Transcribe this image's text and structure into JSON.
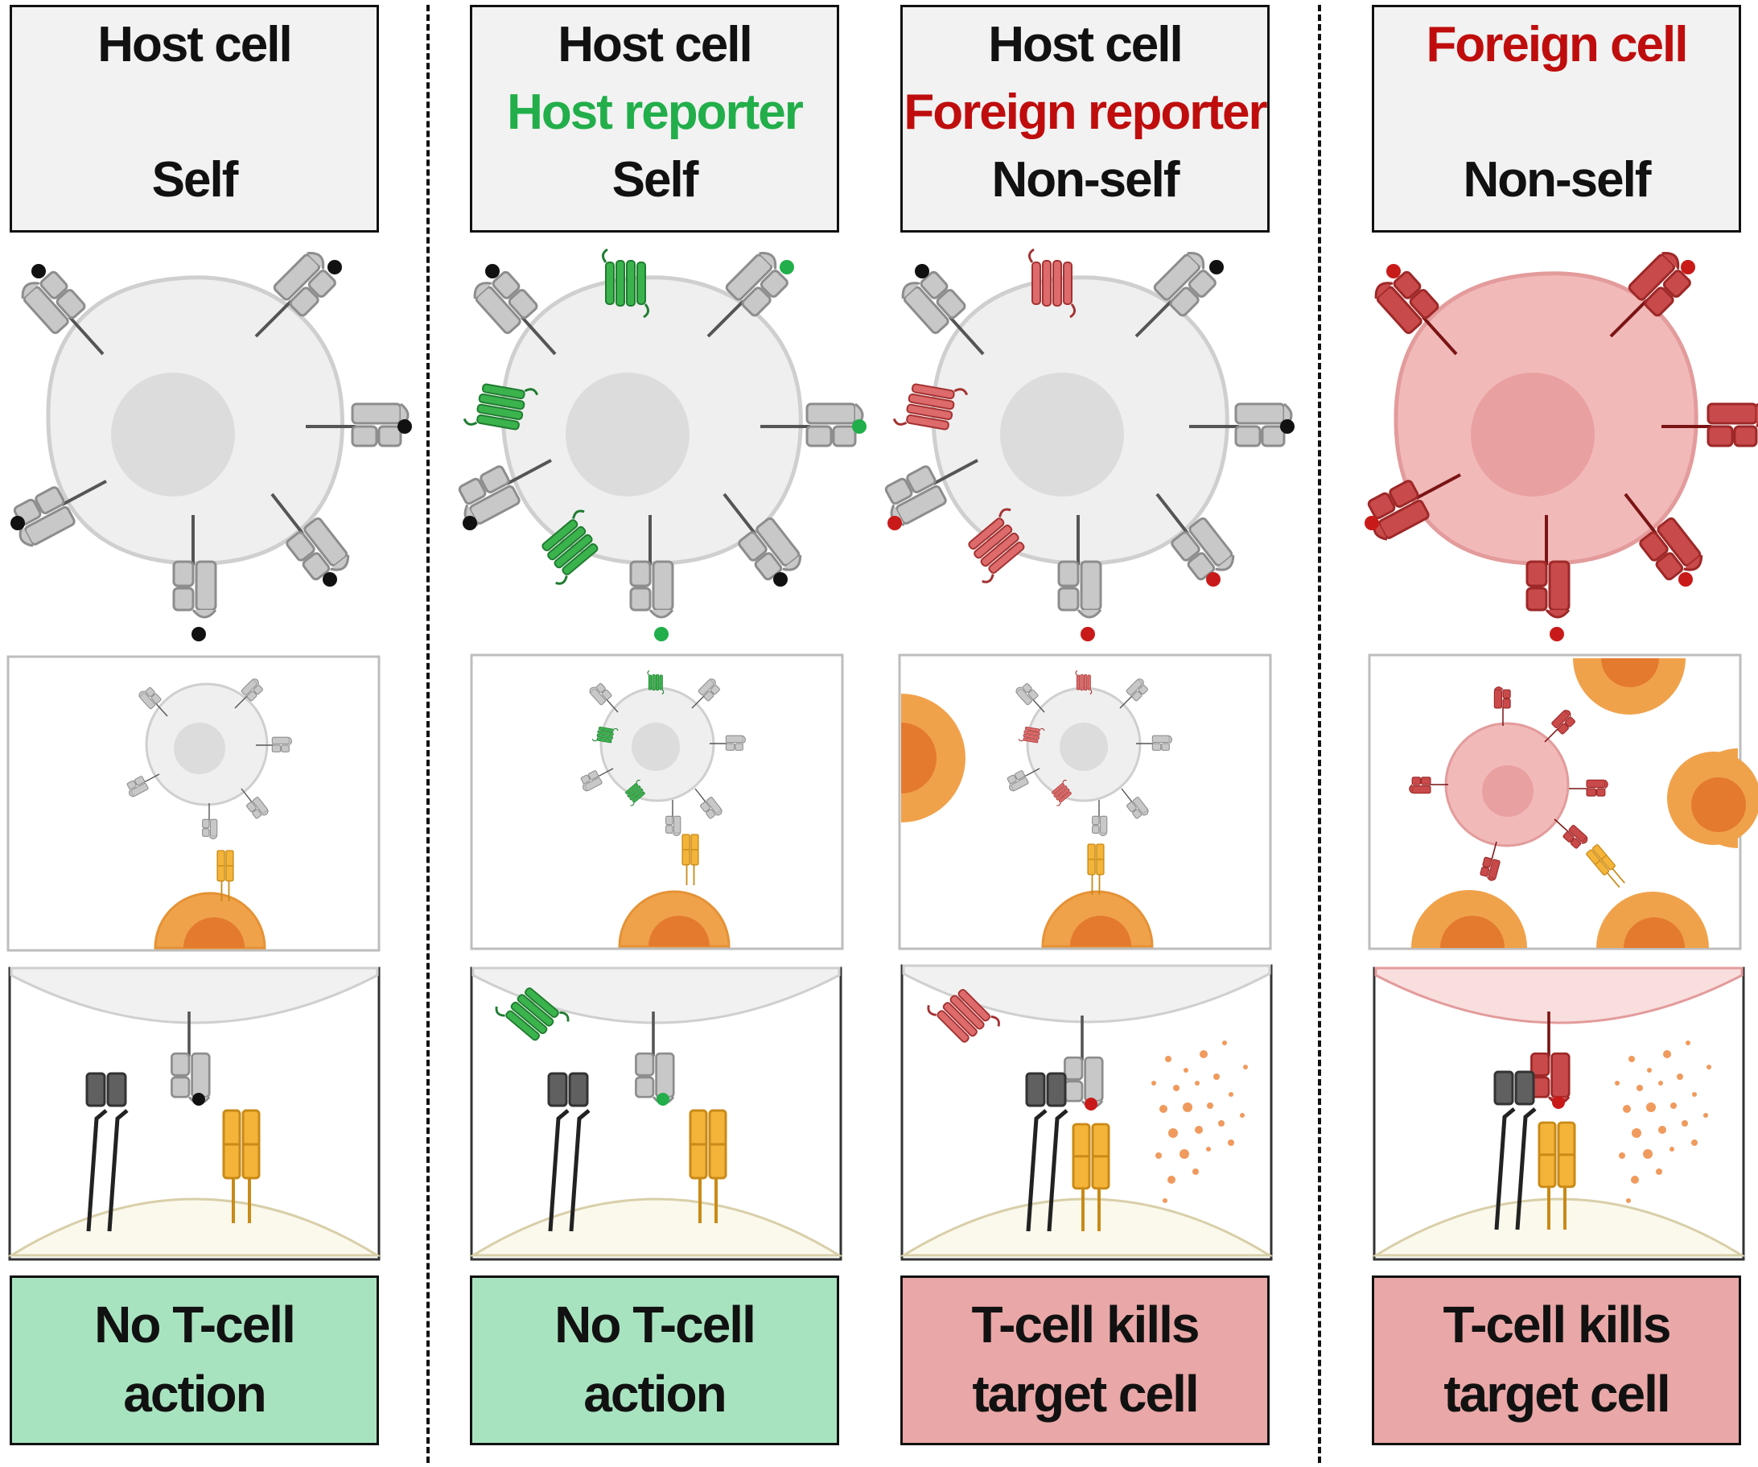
{
  "panels": [
    {
      "header": {
        "line1": "Host cell",
        "line2": "",
        "line3": "Self"
      },
      "outcome": {
        "line1": "No T-cell",
        "line2": "action"
      },
      "cell_type": "host",
      "receptor_dot_color": "#111111",
      "reporter": null
    },
    {
      "header": {
        "line1": "Host cell",
        "line2": "Host reporter",
        "line3": "Self"
      },
      "outcome": {
        "line1": "No T-cell",
        "line2": "action"
      },
      "cell_type": "host",
      "receptor_dot_color": "#22ae4a",
      "reporter": "host-reporter"
    },
    {
      "header": {
        "line1": "Host cell",
        "line2": "Foreign reporter",
        "line3": "Non-self"
      },
      "outcome": {
        "line1": "T-cell kills",
        "line2": "target cell"
      },
      "cell_type": "host",
      "receptor_dot_color": "#c91a1a",
      "reporter": "foreign-reporter"
    },
    {
      "header": {
        "line1": "Foreign cell",
        "line2": "",
        "line3": "Non-self"
      },
      "outcome": {
        "line1": "T-cell kills",
        "line2": "target cell"
      },
      "cell_type": "foreign",
      "receptor_dot_color": "#c91a1a",
      "reporter": null
    }
  ],
  "colors": {
    "green_text": "#22ae4a",
    "red_text": "#bf0d0d",
    "no_action_bg": "#a8e3c0",
    "kill_bg": "#e9a7a7",
    "host_cell_fill": "#efefef",
    "foreign_cell_fill": "#f2b9b9",
    "tcell_orange": "#f0a24b",
    "tcr_yellow": "#f4b43a"
  }
}
